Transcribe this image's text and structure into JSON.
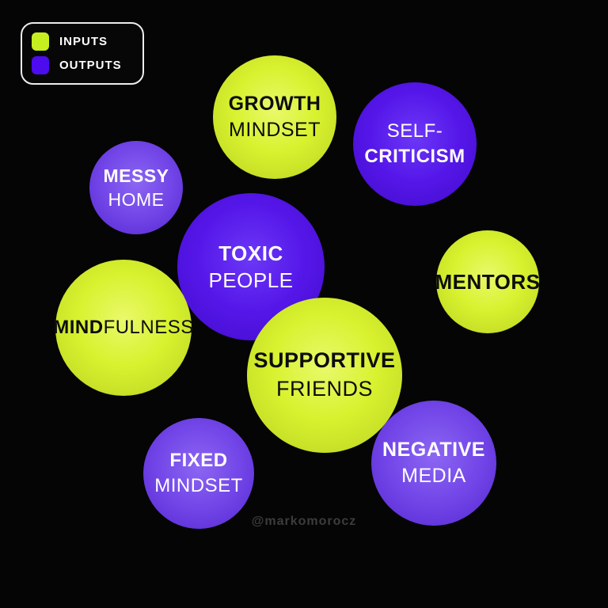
{
  "legend": {
    "items": [
      {
        "label": "INPUTS",
        "color": "#c6ef1f"
      },
      {
        "label": "OUTPUTS",
        "color": "#4c0ced"
      }
    ]
  },
  "bubbles": [
    {
      "id": "growth-mindset",
      "category": "input",
      "words": [
        {
          "text": "GROWTH",
          "weight": "bold"
        },
        {
          "text": "MINDSET",
          "weight": "regular"
        }
      ]
    },
    {
      "id": "self-criticism",
      "category": "output",
      "words": [
        {
          "text": "SELF-",
          "weight": "regular"
        },
        {
          "text": "CRITICISM",
          "weight": "bold"
        }
      ]
    },
    {
      "id": "messy-home",
      "category": "output",
      "words": [
        {
          "text": "MESSY",
          "weight": "bold"
        },
        {
          "text": "HOME",
          "weight": "regular"
        }
      ]
    },
    {
      "id": "toxic-people",
      "category": "output",
      "words": [
        {
          "text": "TOXIC",
          "weight": "bold"
        },
        {
          "text": "PEOPLE",
          "weight": "regular"
        }
      ]
    },
    {
      "id": "mentors",
      "category": "input",
      "words": [
        {
          "text": "MENTORS",
          "weight": "bold"
        }
      ]
    },
    {
      "id": "mindfulness",
      "category": "input",
      "inline": true,
      "words": [
        {
          "text": "MIND",
          "weight": "bold"
        },
        {
          "text": "FULNESS",
          "weight": "regular"
        }
      ]
    },
    {
      "id": "supportive-friends",
      "category": "input",
      "words": [
        {
          "text": "SUPPORTIVE",
          "weight": "bold"
        },
        {
          "text": "FRIENDS",
          "weight": "regular"
        }
      ]
    },
    {
      "id": "fixed-mindset",
      "category": "output",
      "words": [
        {
          "text": "FIXED",
          "weight": "bold"
        },
        {
          "text": "MINDSET",
          "weight": "regular"
        }
      ]
    },
    {
      "id": "negative-media",
      "category": "output",
      "words": [
        {
          "text": "NEGATIVE",
          "weight": "bold"
        },
        {
          "text": "MEDIA",
          "weight": "regular"
        }
      ]
    }
  ],
  "watermark": "@markomorocz",
  "colors": {
    "background": "#050505",
    "input_bubble_center": "#e9f96b",
    "input_bubble_main": "#d8f22f",
    "input_bubble_edge": "#9cb21e",
    "output_bubble_vivid_main": "#5517e9",
    "output_bubble_vivid_edge": "#3a0cb2",
    "output_bubble_soft_main": "#7347e8",
    "output_bubble_soft_edge": "#4e26ba",
    "bubble_text_on_input": "#0d0d0d",
    "bubble_text_on_output": "#ffffff",
    "legend_border": "#ededed",
    "watermark_text": "#3c3c3c"
  }
}
